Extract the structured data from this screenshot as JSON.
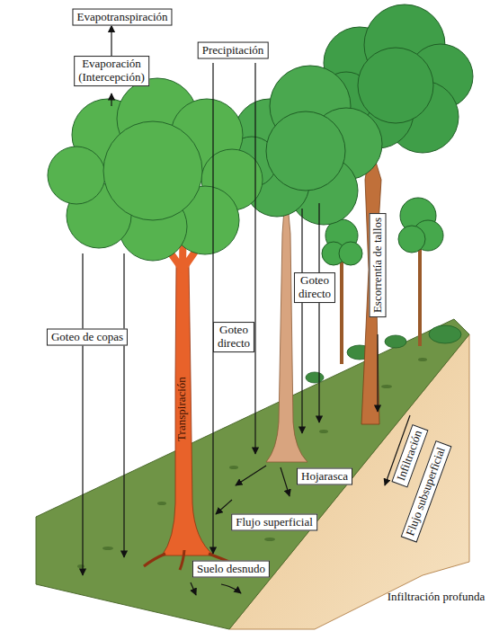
{
  "diagram": {
    "nodes": [
      {
        "text": [
          "Evapotranspiración"
        ]
      },
      {
        "text": [
          "Evaporación (Intercepción)"
        ]
      },
      {
        "text": [
          "Precipitación"
        ]
      },
      {
        "text": [
          "Goteo directo"
        ]
      },
      {
        "text": [
          "Escorrentía de tallos"
        ]
      },
      {
        "text": [
          "Goteo de copas"
        ]
      },
      {
        "text": [
          "Goteo directo"
        ]
      },
      {
        "text": [
          "Hojarasca"
        ]
      },
      {
        "text": [
          "Infiltración"
        ]
      },
      {
        "text": [
          "Flujo subsuperficial"
        ]
      },
      {
        "text": [
          "Flujo superficial"
        ]
      },
      {
        "text": [
          "Suelo desnudo"
        ]
      }
    ],
    "edges": [
      {
        "from": 1,
        "to": 0,
        "arrow": "to"
      }
    ],
    "labels": [
      "Transpiración",
      "Infiltración profunda"
    ]
  }
}
